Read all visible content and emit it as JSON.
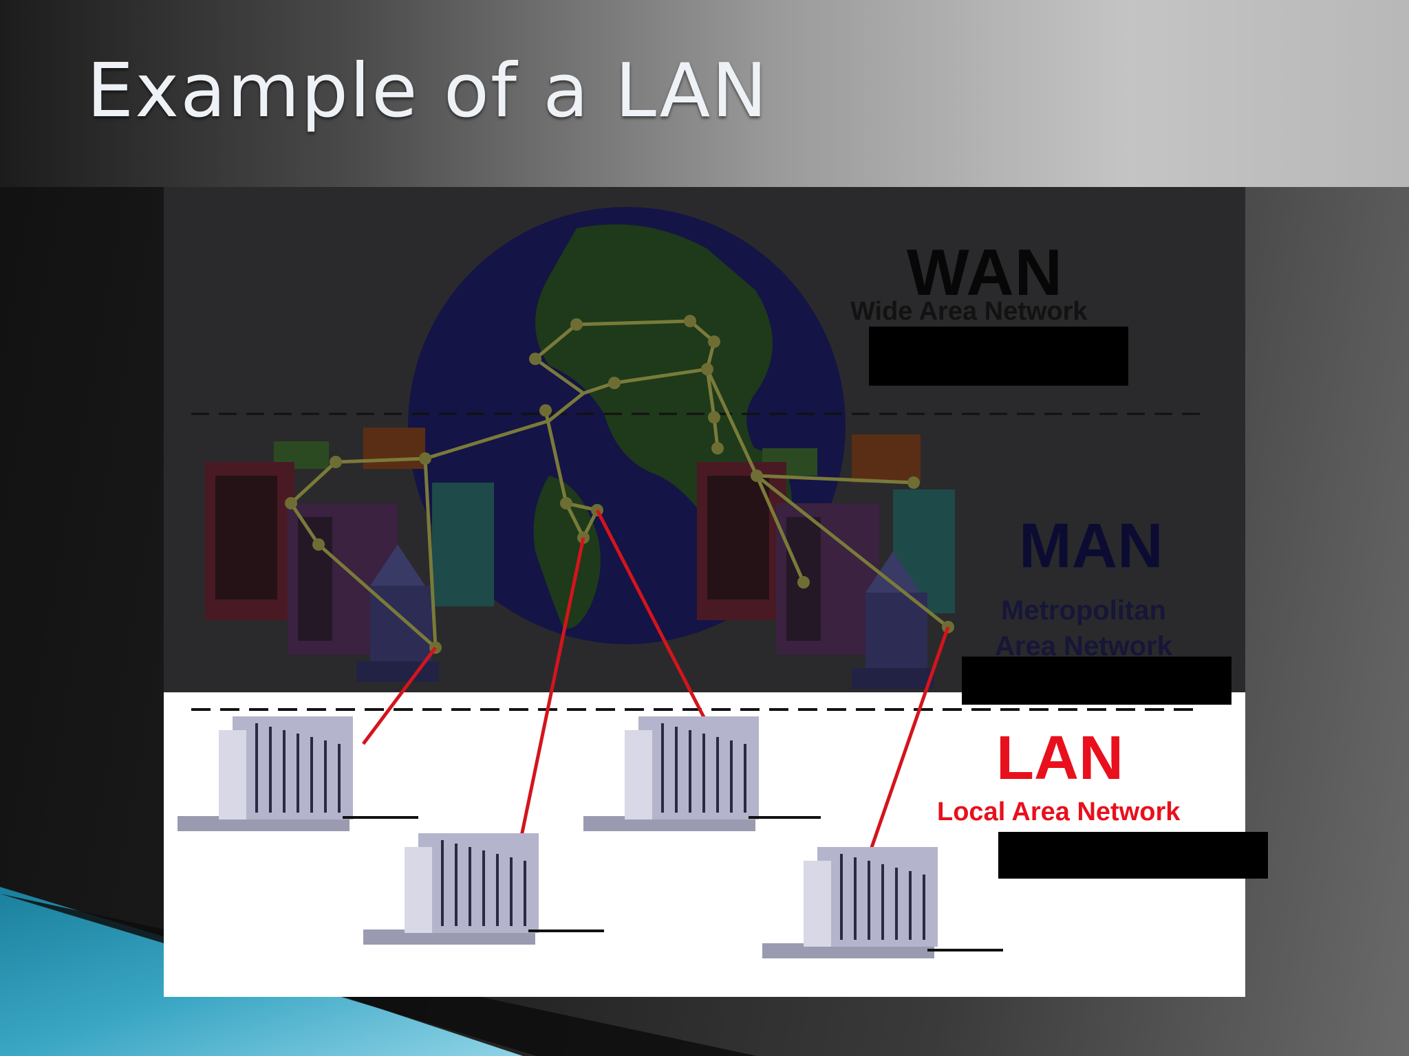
{
  "slide": {
    "title": "Example of a LAN"
  },
  "diagram": {
    "wan": {
      "title": "WAN",
      "subtitle": "Wide Area Network"
    },
    "man": {
      "title": "MAN",
      "subtitle_line1": "Metropolitan",
      "subtitle_line2": "Area Network"
    },
    "lan": {
      "title": "LAN",
      "subtitle": "Local Area Network"
    }
  },
  "colors": {
    "lan_accent": "#e8101c",
    "link_red": "#d4141c",
    "network_link": "#7a7a3a",
    "globe_ocean": "#141446",
    "globe_land": "#1e3a1a",
    "accent_teal": "#3aa6c4"
  }
}
